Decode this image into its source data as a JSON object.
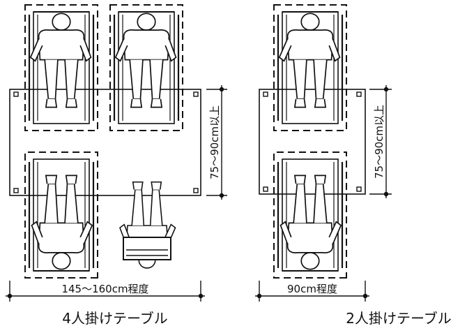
{
  "diagrams": [
    {
      "caption": "4人掛けテーブル",
      "width_label": "145～160cm程度",
      "height_label": "75～90cm以上"
    },
    {
      "caption": "2人掛けテーブル",
      "width_label": "90cm程度",
      "height_label": "75～90cm以上"
    }
  ]
}
